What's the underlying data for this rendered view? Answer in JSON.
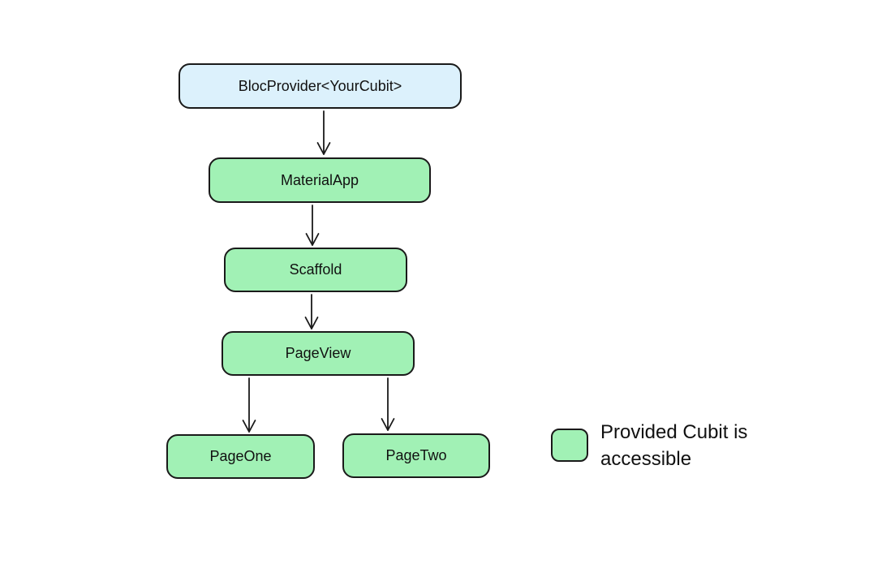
{
  "diagram": {
    "kind": "widget-tree-flowchart",
    "nodes": [
      {
        "id": "bloc-provider",
        "label": "BlocProvider<YourCubit>",
        "type": "provider"
      },
      {
        "id": "material-app",
        "label": "MaterialApp",
        "type": "accessible"
      },
      {
        "id": "scaffold",
        "label": "Scaffold",
        "type": "accessible"
      },
      {
        "id": "page-view",
        "label": "PageView",
        "type": "accessible"
      },
      {
        "id": "page-one",
        "label": "PageOne",
        "type": "accessible"
      },
      {
        "id": "page-two",
        "label": "PageTwo",
        "type": "accessible"
      }
    ],
    "edges": [
      {
        "from": "bloc-provider",
        "to": "material-app"
      },
      {
        "from": "material-app",
        "to": "scaffold"
      },
      {
        "from": "scaffold",
        "to": "page-view"
      },
      {
        "from": "page-view",
        "to": "page-one"
      },
      {
        "from": "page-view",
        "to": "page-two"
      }
    ],
    "legend": {
      "label": "Provided Cubit is accessible"
    },
    "colors": {
      "provider_fill": "#DCF1FC",
      "accessible_fill": "#A1F1B5",
      "outline": "#1A1A1A",
      "text": "#111111",
      "background": "#FFFFFF"
    }
  }
}
